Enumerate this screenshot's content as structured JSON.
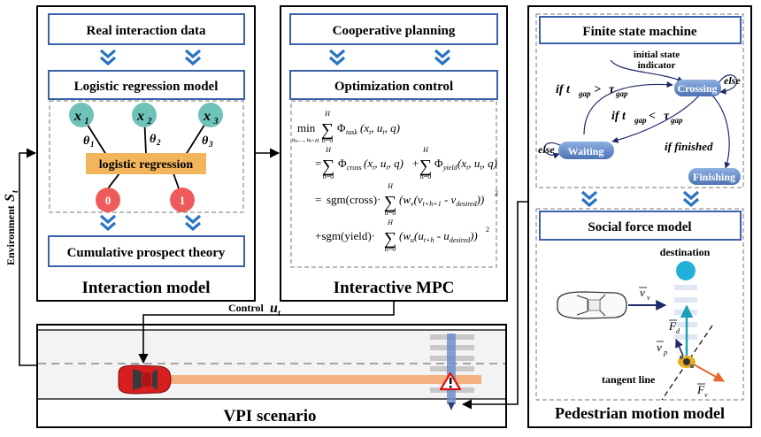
{
  "interaction_model": {
    "real_data": "Real interaction data",
    "logistic_model": "Logistic regression model",
    "nodes": [
      "x",
      "x",
      "x"
    ],
    "node_subs": [
      "1",
      "2",
      "3"
    ],
    "weights": [
      "θ",
      "θ",
      "θ"
    ],
    "weight_subs": [
      "1",
      "2",
      "3"
    ],
    "regression": "logistic regression",
    "outputs": [
      "0",
      "1"
    ],
    "cpt": "Cumulative prospect theory",
    "title": "Interaction model"
  },
  "mpc": {
    "coop": "Cooperative planning",
    "opt": "Optimization control",
    "title": "Interactive MPC",
    "eq": {
      "min": "min",
      "min_sub": "u",
      "sum_top": "H",
      "sum_bottom": "h=0",
      "phi": "Φ",
      "task": "task",
      "cross": "cross",
      "yield": "yield",
      "args": "(x",
      "t": "t",
      "ut": ", u",
      "q": ", q)",
      "eq": "=",
      "plus": "+",
      "sgm_cross": "sgm(cross)·",
      "sgm_yield": "+sgm(yield)·",
      "w": "(w",
      "v_sub": "v",
      "u_sub": "u",
      "v": "(v",
      "u": "(u",
      "t_h1": "t+h+1",
      "t_h": "t+h",
      "minus": " - ",
      "v_des": "v",
      "u_des": "u",
      "desired": "desired",
      "close": "))",
      "sq": "2"
    }
  },
  "fsm": {
    "title": "Finite state machine",
    "initial": [
      "initial state",
      "indicator"
    ],
    "states": [
      "Crossing",
      "Waiting",
      "Finishing"
    ],
    "else": "else",
    "cond1": "if t",
    "cond2": "if t",
    "gap": "gap",
    "tau": "τ",
    "gt": " > ",
    "lt": " < ",
    "finished": "if  finished"
  },
  "social": {
    "title": "Social force model",
    "destination": "destination",
    "tangent": "tangent line",
    "v": "v",
    "f": "F",
    "sub_v": "v",
    "sub_p": "p",
    "sub_d": "d"
  },
  "vpi": {
    "title": "VPI scenario"
  },
  "pedestrian": {
    "title": "Pedestrian motion model"
  },
  "labels": {
    "environment": "Environment",
    "s": "S",
    "s_sub": "t",
    "control": "Control",
    "u": "u",
    "u_sub": "t"
  },
  "colors": {
    "box_blue": "#3a62a8",
    "chevron": "#2a73c4",
    "node_teal": "#6fc2b8",
    "node_red": "#ef5b5b",
    "regression": "#f3b55c",
    "state": "#6b8ec7",
    "destination": "#22b0d8",
    "path": "#f4b07e"
  }
}
